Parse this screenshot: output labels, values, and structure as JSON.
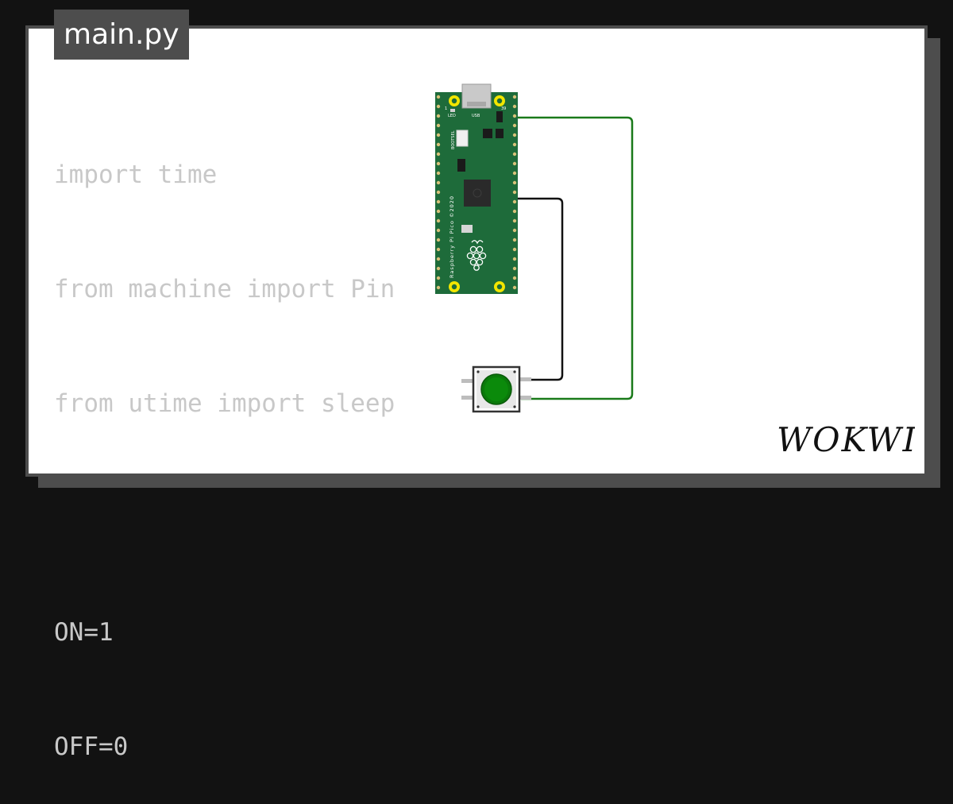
{
  "editor": {
    "filename": "main.py",
    "code_lines": [
      "import time",
      "from machine import Pin",
      "from utime import sleep",
      "",
      "ON=1",
      "OFF=0"
    ]
  },
  "board": {
    "silkscreen_name": "Raspberry Pi Pico ©2020",
    "label_led": "LED",
    "label_usb": "USB",
    "label_bootsel": "BOOTSEL",
    "pin_label_top_left": "1",
    "pin_label_top_right": "39"
  },
  "brand": {
    "logo_text": "WOKWI"
  },
  "colors": {
    "background": "#121212",
    "panel_border": "#4d4d4d",
    "pcb_green": "#1e6b3a",
    "wire_green": "#1a7a1a",
    "wire_black": "#111111",
    "button_cap": "#0a7a0a"
  }
}
